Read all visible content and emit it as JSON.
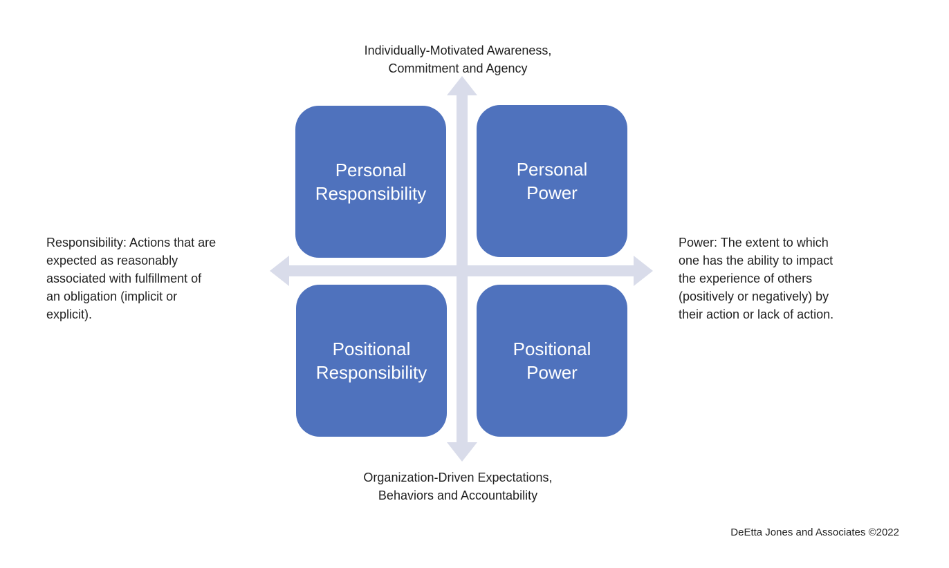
{
  "axes": {
    "top": [
      "Individually-Motivated Awareness,",
      "Commitment and Agency"
    ],
    "bottom": [
      "Organization-Driven Expectations,",
      "Behaviors and Accountability"
    ],
    "left": [
      "Responsibility: Actions that are",
      "expected as reasonably",
      "associated with fulfillment of",
      "an obligation (implicit or",
      "explicit)."
    ],
    "right": [
      "Power: The extent to which",
      "one has the ability to impact",
      "the experience of others",
      "(positively or negatively) by",
      "their action or lack of action."
    ]
  },
  "quadrants": {
    "top_left": [
      "Personal",
      "Responsibility"
    ],
    "top_right": [
      "Personal",
      "Power"
    ],
    "bottom_left": [
      "Positional",
      "Responsibility"
    ],
    "bottom_right": [
      "Positional",
      "Power"
    ]
  },
  "copyright": "DeEtta Jones and Associates ©2022",
  "colors": {
    "quadrant_fill": "#4f72bd",
    "axis_arrow": "#d9dcea",
    "text": "#1f1f1f"
  }
}
